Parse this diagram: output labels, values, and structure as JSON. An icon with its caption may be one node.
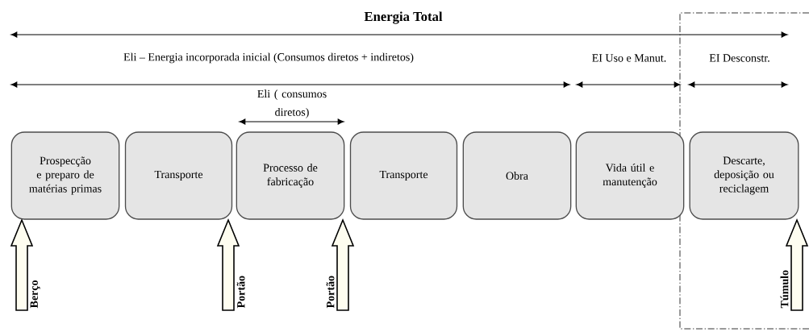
{
  "diagram": {
    "title": "Energia Total",
    "nodes": [
      {
        "text": [
          "Prospecção e preparo de matérias primas"
        ]
      },
      {
        "text": [
          "Transporte"
        ]
      },
      {
        "text": [
          "Processo de fabricação"
        ]
      },
      {
        "text": [
          "Transporte"
        ]
      },
      {
        "text": [
          "Obra"
        ]
      },
      {
        "text": [
          "Vida útil e manutenção"
        ]
      },
      {
        "text": [
          "Descarte, deposição ou reciclagem"
        ]
      }
    ],
    "labels": [
      "Eli – Energia incorporada inicial (Consumos diretos + indiretos)",
      "EI Uso e Manut.",
      "EI Desconstr.",
      "Eli ( consumos diretos)",
      "Berço",
      "Portão",
      "Portão",
      "Túmulo"
    ]
  }
}
